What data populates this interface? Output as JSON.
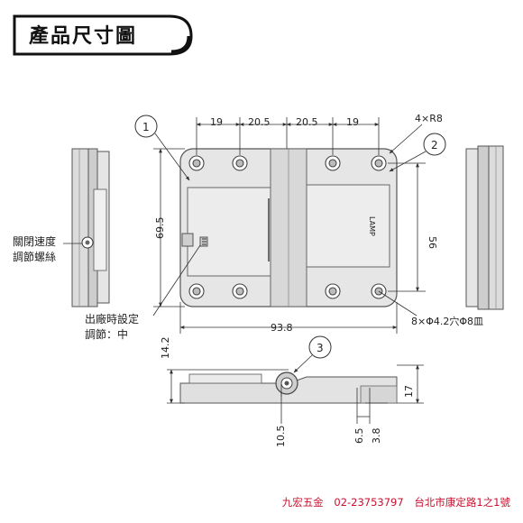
{
  "title": "產品尺寸圖",
  "dims": {
    "top1": "19",
    "top2": "20.5",
    "top3": "20.5",
    "top4": "19",
    "radius": "4×R8",
    "height_left": "69.5",
    "height_right": "56",
    "width_bottom": "93.8",
    "holes": "8×Φ4.2穴Φ8皿",
    "side_14": "14.2",
    "side_17": "17",
    "side_105": "10.5",
    "side_65": "6.5",
    "side_38": "3.8"
  },
  "callouts": {
    "c1": "1",
    "c2": "2",
    "c3": "3"
  },
  "notes": {
    "speed_line1": "關閉速度",
    "speed_line2": "調節螺絲",
    "factory_line1": "出廠時設定",
    "factory_line2": "調節：中"
  },
  "brand_mark": "LAMP",
  "footer": {
    "company": "九宏五金",
    "phone": "02-23753797",
    "address": "台北市康定路1之1號"
  },
  "colors": {
    "line": "#333333",
    "part_fill": "#e4e4e4",
    "part_stroke": "#555555",
    "accent_footer": "#c8102e"
  }
}
